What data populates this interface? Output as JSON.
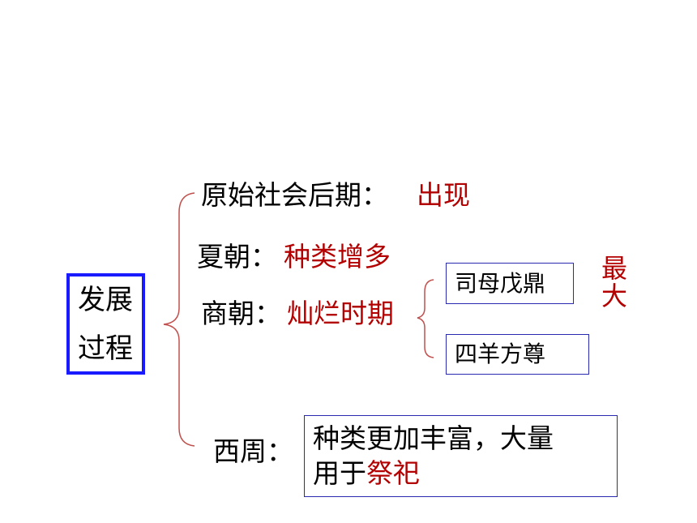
{
  "main_box": {
    "line1": "发展",
    "line2": "过程"
  },
  "branches": [
    {
      "label": "原始社会后期：",
      "value": "出现"
    },
    {
      "label": "夏朝：",
      "value": "种类增多"
    },
    {
      "label": "商朝：",
      "value": "灿烂时期"
    },
    {
      "label": "西周："
    }
  ],
  "shang_examples": [
    {
      "text": "司母戊鼎"
    },
    {
      "text": "四羊方尊"
    }
  ],
  "largest_note": [
    "最",
    "大"
  ],
  "west_zhou_box": {
    "line1": "种类更加丰富，大量",
    "line2_black": "用于",
    "line2_red": "祭祀"
  },
  "colors": {
    "red": "#b30000",
    "blue_border": "#1a1aff",
    "bracket": "#c0504d"
  }
}
